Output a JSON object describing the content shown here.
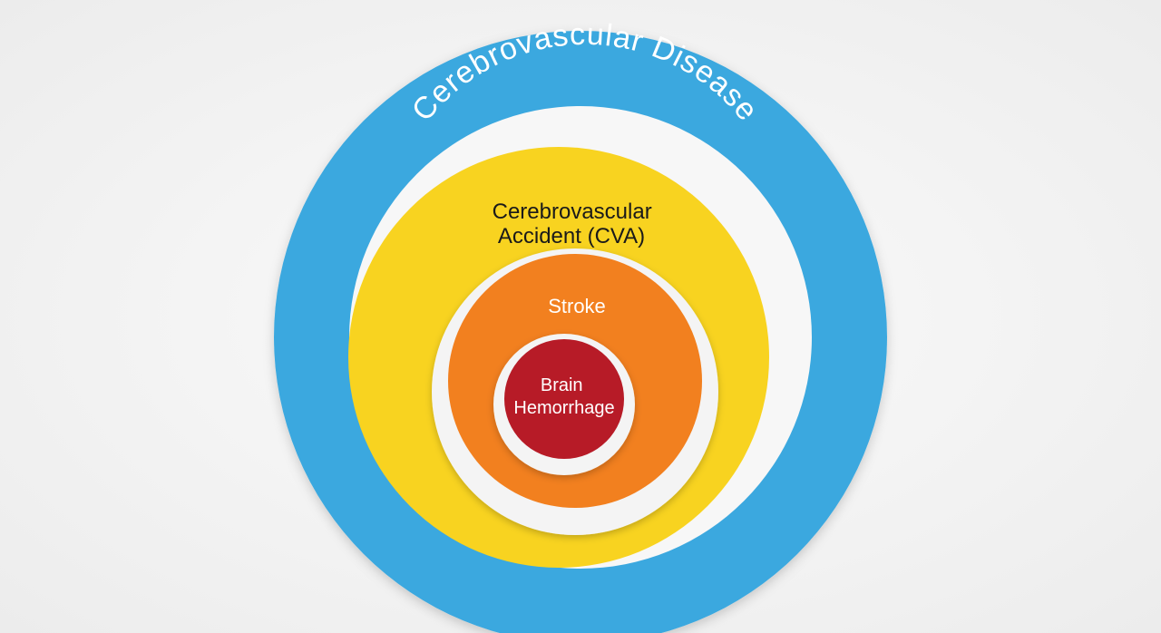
{
  "diagram": {
    "layers": [
      {
        "id": "outer",
        "label": "Cerebrovascular Disease",
        "color": "#3aa8df",
        "text_color": "#ffffff"
      },
      {
        "id": "cva",
        "label_lines": [
          "Cerebrovascular",
          "Accident (CVA)"
        ],
        "color": "#f8d320",
        "text_color": "#1a1a1a"
      },
      {
        "id": "stroke",
        "label": "Stroke",
        "color": "#f2801f",
        "text_color": "#ffffff"
      },
      {
        "id": "hemorrhage",
        "label_lines": [
          "Brain",
          "Hemorrhage"
        ],
        "color": "#b71b27",
        "text_color": "#ffffff"
      }
    ],
    "separator_color": "#f7f7f7"
  }
}
